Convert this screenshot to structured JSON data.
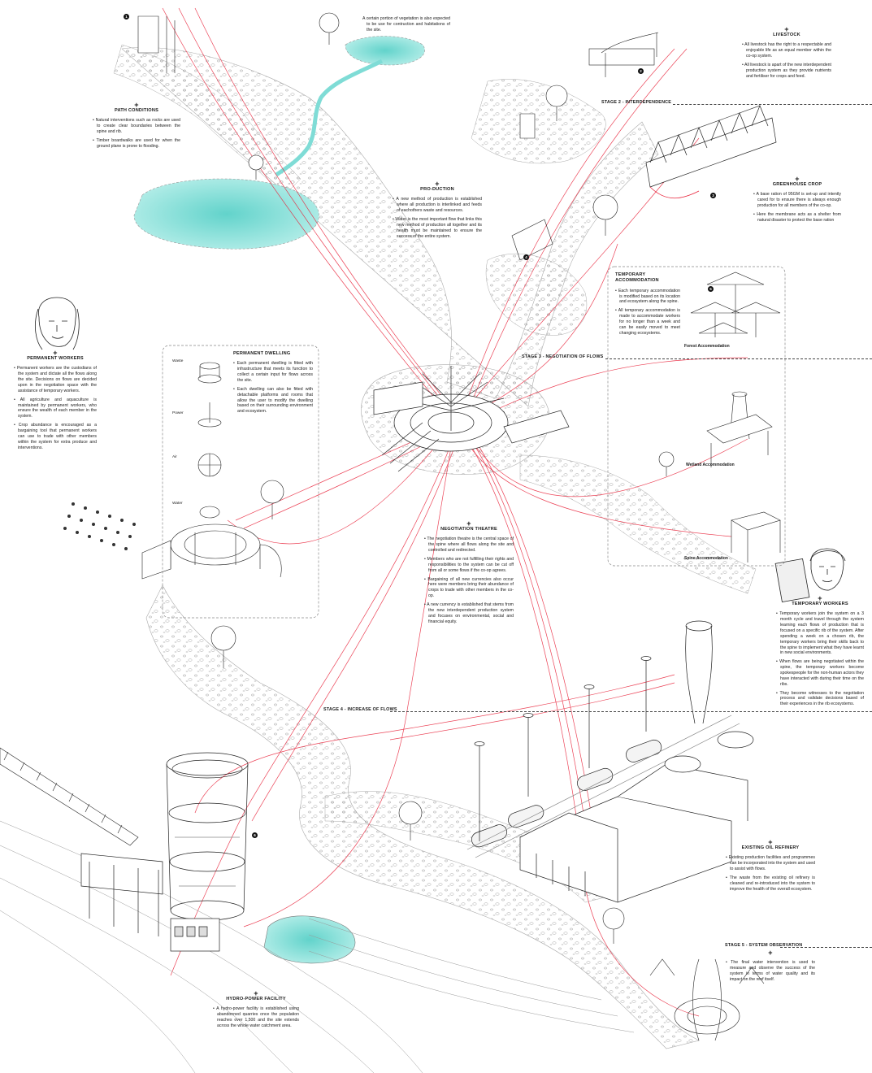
{
  "stages": {
    "s2": "STAGE 2 - INTERDEPENDENCE",
    "s3": "STAGE 3 - NEGOTIATION OF FLOWS",
    "s4": "STAGE 4 - INCREASE OF FLOWS",
    "s5": "STAGE 5 - SYSTEM OBSERVATION"
  },
  "notes": {
    "vegetation": {
      "text": "A certain portion of vegetation is also expected to be use for contruction and habitations of the site."
    },
    "livestock": {
      "title": "LIVESTOCK",
      "items": [
        "All livestock has the right to a respectable and enjoyable life as an equal member within the co-op system.",
        "All livestock is apart of the new interdependent production system as they provide nutrients and fertiliser for crops and feed."
      ]
    },
    "path": {
      "title": "PATH CONDITIONS",
      "items": [
        "Natural interventions such as rocks are used to create clear boundaries between the spine and rib.",
        "Timber boardwalks are used for when the ground plane is prone to flooding."
      ]
    },
    "production": {
      "title": "PRO-DUCTION",
      "items": [
        "A new method of production is established where all production is interlinked and feeds of eachothers waste and resources.",
        "Water is the most important flow that links this new method of production all together and its health must be maintained to ensure the success of the entire system."
      ]
    },
    "greenhouse": {
      "title": "GREENHOUSE CROP",
      "items": [
        "A base ration of 95GM is set-up and intently cared for to ensure there is always enough production for all members of the co-op.",
        "Here the membrane acts as a shelter from natural disaster to protect the base ration"
      ]
    },
    "temporary_accommodation": {
      "title": "TEMPORARY ACCOMMODATION",
      "items": [
        "Each temporary accommodation is modified based on its location and ecosystem along the spine.",
        "All temporary accommodation is made to accommodate workers for no longer than a week and can be easily moved to meet changing ecosystems."
      ]
    },
    "permanent_workers": {
      "title": "PERMANENT WORKERS",
      "items": [
        "Permanent workers are the custodians of the system and dictate all the flows along the site. Decisions on flows are decided upon in the negotiation space with the assistance of temporary workers.",
        "All agriculture and aquaculture is maintained by permanent workers, who ensure the wealth of each member in the system.",
        "Crop abundance is encouraged as a bargaining tool that permanent workers can use to trade with other members within the system for extra produce and interventions."
      ]
    },
    "permanent_dwelling": {
      "title": "PERMANENT DWELLING",
      "items": [
        "Each permanent dwelling is fitted with infrastructure that meets its function to collect a certain input for flows across the site.",
        "Each dwelling can also be fitted with detachable platforms and rooms that allow the user to modify the dwelling based on their surrounding environment and ecosystem."
      ]
    },
    "negotiation_theatre": {
      "title": "NEGOTIATION THEATRE",
      "items": [
        "The negotiation theatre is the central space of the spine where all flows along the site and controlled and redirected.",
        "Members who are not fulfilling their rights and responsibilities to the system can be cut off from all or some flows if the co-op agrees.",
        "Bargaining of all new currencies also occur here were members bring their abundance of crops to trade with other members in the co-op.",
        "A new currency is established that stems from the new interdependent production system and focuses on environmental, social and financial equity."
      ]
    },
    "temporary_workers": {
      "title": "TEMPORARY WORKERS",
      "items": [
        "Temporary workers join the system on a 3 month cycle and travel through the system learning each flows of production that is focused on a specific rib of the system. After spending a week on a chosen rib, the temporary workers bring their skills back to the spine to implement what they have learnt in new social environments.",
        "When flows are being negotiated within the spine, the temporary workers become spokespeople for the non-human actors they have interacted with during their time on the ribs.",
        "They become witnesses to the negotiation process and validate decisions based of their experiences in the rib ecosystems."
      ]
    },
    "oil_refinery": {
      "title": "EXISTING OIL REFINERY",
      "items": [
        "Existing production facilities and programmes can be incorporated into the system and used to assist with flows.",
        "The waste from the existing oil refinery is cleaned and re-introduced into the system to improve the health of the overall ecosystem."
      ]
    },
    "observation": {
      "items": [
        "The final water intervention is used to measure and observe the success of the system in terms of water quality and its impact on the reef itself."
      ]
    },
    "hydro": {
      "title": "HYDRO-POWER FACILITY",
      "items": [
        "A hydro-power facility is established using abandonned quarries once the population reaches over 1,500 and the site extends across the whole water catchment area."
      ]
    }
  },
  "captions": {
    "forest": "Forest Accommodation",
    "wetland": "Wetland Accommodation",
    "spine": "Spine Accommodation",
    "dwelling_parts": [
      "Waste",
      "Power",
      "Air",
      "Water"
    ]
  },
  "markers": [
    "1",
    "2",
    "3",
    "4",
    "5",
    "6"
  ],
  "colors": {
    "flow_line": "#e8233a",
    "water": "#7fdcd6",
    "ink": "#1a1a1a",
    "ground": "#9a9a9a"
  }
}
